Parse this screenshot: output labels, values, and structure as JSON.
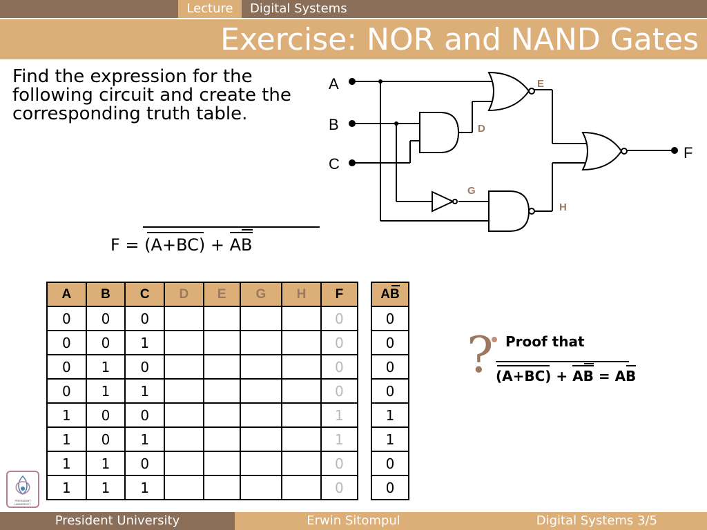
{
  "header": {
    "section_label": "Lecture",
    "course": "Digital Systems",
    "title": "Exercise: NOR and NAND Gates"
  },
  "instructions": "Find the expression for the following circuit and create the corresponding truth table.",
  "formula": {
    "prefix": "F = ",
    "part1": "(A+BC)",
    "plus": " + ",
    "part2": "AB"
  },
  "circuit": {
    "inputs": [
      "A",
      "B",
      "C"
    ],
    "output": "F",
    "node_labels": [
      "E",
      "D",
      "G",
      "H"
    ]
  },
  "truth_table": {
    "headers": [
      "A",
      "B",
      "C",
      "D",
      "E",
      "G",
      "H",
      "F"
    ],
    "rows": [
      [
        "0",
        "0",
        "0",
        "",
        "",
        "",
        "",
        "0"
      ],
      [
        "0",
        "0",
        "1",
        "",
        "",
        "",
        "",
        "0"
      ],
      [
        "0",
        "1",
        "0",
        "",
        "",
        "",
        "",
        "0"
      ],
      [
        "0",
        "1",
        "1",
        "",
        "",
        "",
        "",
        "0"
      ],
      [
        "1",
        "0",
        "0",
        "",
        "",
        "",
        "",
        "1"
      ],
      [
        "1",
        "0",
        "1",
        "",
        "",
        "",
        "",
        "1"
      ],
      [
        "1",
        "1",
        "0",
        "",
        "",
        "",
        "",
        "0"
      ],
      [
        "1",
        "1",
        "1",
        "",
        "",
        "",
        "",
        "0"
      ]
    ]
  },
  "ab_table": {
    "header": "AB",
    "values": [
      "0",
      "0",
      "0",
      "0",
      "1",
      "1",
      "0",
      "0"
    ]
  },
  "proof": {
    "title": "Proof that",
    "lhs1": "(A+BC)",
    "plus": " + ",
    "lhs2": "AB",
    "eq": " = ",
    "rhs": "AB",
    "icon": "question-mark-icon"
  },
  "footer": {
    "left": "President University",
    "center": "Erwin Sitompul",
    "right": "Digital Systems 3/5"
  },
  "logo": {
    "text": "PRESIDENT UNIVERSITY"
  },
  "colors": {
    "brown": "#8b6e58",
    "tan": "#dcae78",
    "label_brown": "#9c7860"
  }
}
